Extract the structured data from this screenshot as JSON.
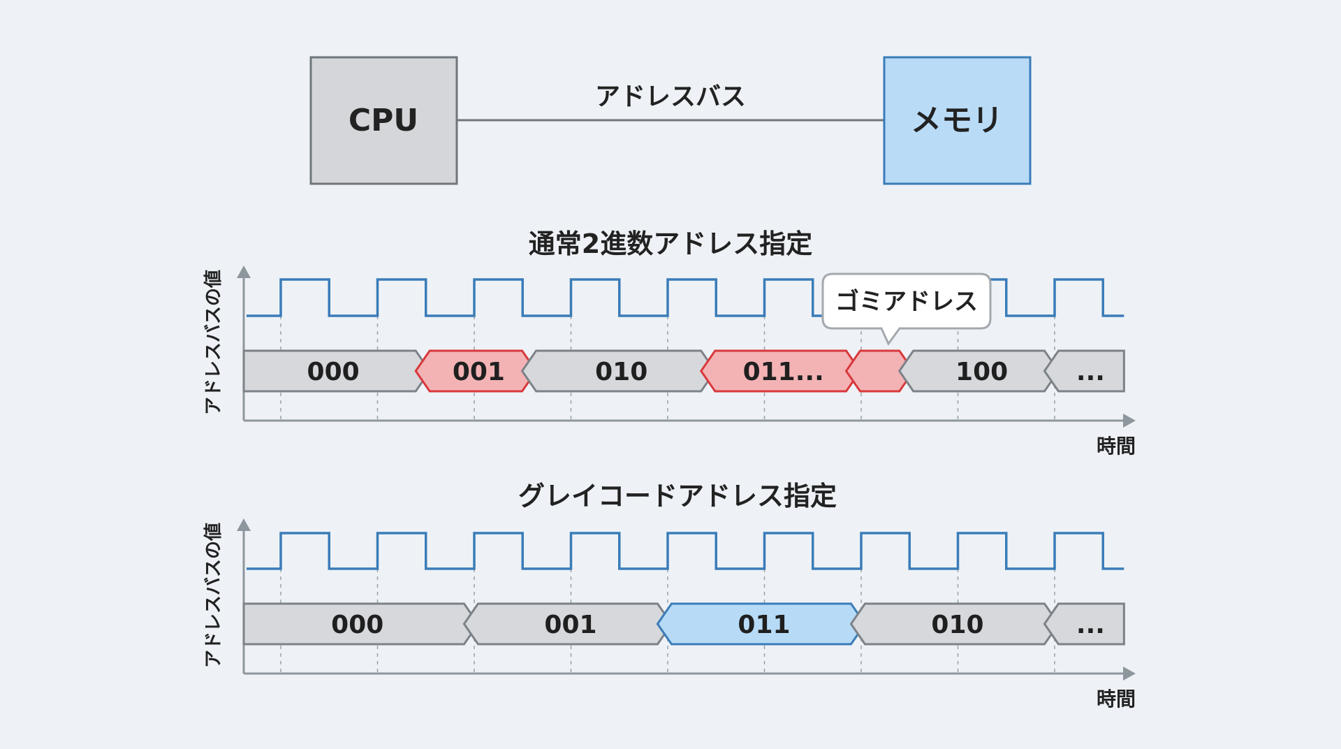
{
  "top": {
    "cpu_label": "CPU",
    "memory_label": "メモリ",
    "bus_label": "アドレスバス"
  },
  "colors": {
    "background": "#eef2f6",
    "clock": "#3a7cb8",
    "segment_gray": "#d6d8db",
    "segment_red": "#f3b3b5",
    "segment_red_border": "#d8383c",
    "segment_blue": "#b7dbf6",
    "segment_blue_border": "#3a7cb8",
    "axis": "#8e969d"
  },
  "panels": [
    {
      "title": "通常2進数アドレス指定",
      "y_axis_label": "アドレスバスの値",
      "x_axis_label": "時間",
      "clock_pulses": 9,
      "callout": "ゴミアドレス",
      "segments": [
        {
          "label": "000",
          "state": "normal",
          "start": 0,
          "end": 1.85
        },
        {
          "label": "001",
          "state": "glitch",
          "start": 1.85,
          "end": 2.95
        },
        {
          "label": "010",
          "state": "normal",
          "start": 2.95,
          "end": 4.8
        },
        {
          "label": "011...",
          "state": "glitch",
          "start": 4.8,
          "end": 6.3
        },
        {
          "label": "",
          "state": "glitch",
          "start": 6.3,
          "end": 6.85
        },
        {
          "label": "100",
          "state": "normal",
          "start": 6.85,
          "end": 8.35
        },
        {
          "label": "...",
          "state": "normal",
          "start": 8.35,
          "end": 9.1
        }
      ]
    },
    {
      "title": "グレイコードアドレス指定",
      "y_axis_label": "アドレスバスの値",
      "x_axis_label": "時間",
      "clock_pulses": 9,
      "callout": "",
      "segments": [
        {
          "label": "000",
          "state": "normal",
          "start": 0,
          "end": 2.35
        },
        {
          "label": "001",
          "state": "normal",
          "start": 2.35,
          "end": 4.35
        },
        {
          "label": "011",
          "state": "highlight",
          "start": 4.35,
          "end": 6.35
        },
        {
          "label": "010",
          "state": "normal",
          "start": 6.35,
          "end": 8.35
        },
        {
          "label": "...",
          "state": "normal",
          "start": 8.35,
          "end": 9.1
        }
      ]
    }
  ]
}
